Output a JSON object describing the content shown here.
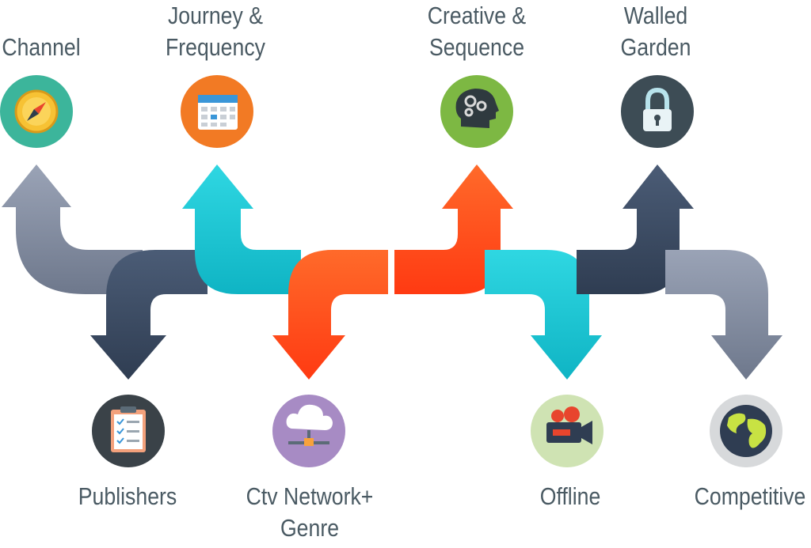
{
  "labels": {
    "channel": [
      "Channel"
    ],
    "journey": [
      "Journey &",
      "Frequency"
    ],
    "creative": [
      "Creative &",
      "Sequence"
    ],
    "walled": [
      "Walled",
      "Garden"
    ],
    "publishers": [
      "Publishers"
    ],
    "ctv": [
      "Ctv Network+",
      "Genre"
    ],
    "offline": [
      "Offline"
    ],
    "competitive": [
      "Competitive"
    ]
  },
  "icons": {
    "channel": "compass-icon",
    "journey": "calendar-icon",
    "creative": "brain-gears-icon",
    "walled": "padlock-icon",
    "publishers": "clipboard-checklist-icon",
    "ctv": "cloud-network-icon",
    "offline": "video-camera-icon",
    "competitive": "globe-icon"
  },
  "colors": {
    "slate": "#7f8aa0",
    "navy": "#3e4e66",
    "teal": "#18c4d2",
    "orange": "#ff4a1c",
    "text": "#4a5a63",
    "circle_teal": "#3cb59b",
    "circle_orange": "#f27a24",
    "circle_green": "#7db843",
    "circle_darkslate": "#3d4c55",
    "circle_darkgray": "#3a4248",
    "circle_purple": "#a78bc4",
    "circle_lightgreen": "#cfe3b3",
    "circle_lightgray": "#d7d9db"
  }
}
